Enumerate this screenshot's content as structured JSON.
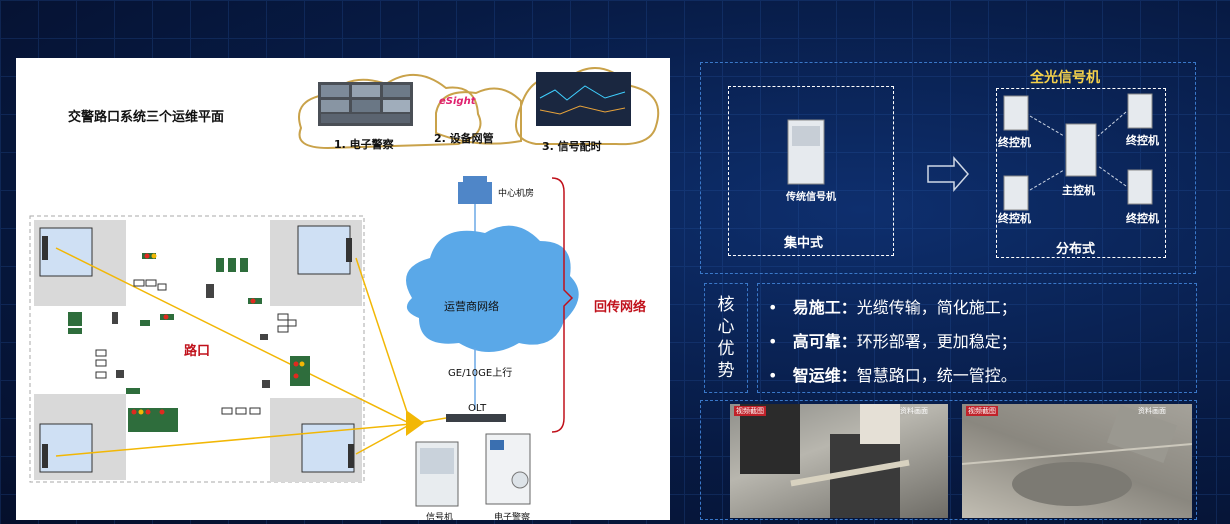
{
  "left": {
    "title": "交警路口系统三个运维平面",
    "clouds": {
      "c1": "1. 电子警察",
      "c2": "2. 设备网管",
      "c3": "3. 信号配时",
      "esight": "eSight"
    },
    "datacenter": "中心机房",
    "carrier_network": "运营商网络",
    "uplink": "GE/10GE上行",
    "olt": "OLT",
    "backhaul": "回传网络",
    "intersection": "路口",
    "cabinet_signal": "信号机",
    "cabinet_police": "电子警察"
  },
  "right": {
    "all_optical_title": "全光信号机",
    "central_label": "集中式",
    "central_device": "传统信号机",
    "distributed_label": "分布式",
    "main_ctrl": "主控机",
    "term_ctrl": "终控机",
    "advantages_side": [
      "核",
      "心",
      "优",
      "势"
    ],
    "advantages": [
      {
        "bold": "易施工：",
        "text": "光缆传输，简化施工；"
      },
      {
        "bold": "高可靠：",
        "text": "环形部署，更加稳定；"
      },
      {
        "bold": "智运维：",
        "text": "智慧路口，统一管控。"
      }
    ],
    "photo_tag_left": "资料画面",
    "photo_tag_right": "资料画面",
    "photo_brand": "视频截图"
  },
  "colors": {
    "accent_gold": "#f6d24a",
    "backhaul_red": "#c0111b",
    "yellow_line": "#f2b705",
    "cloud_blue": "#5aa8e8"
  }
}
